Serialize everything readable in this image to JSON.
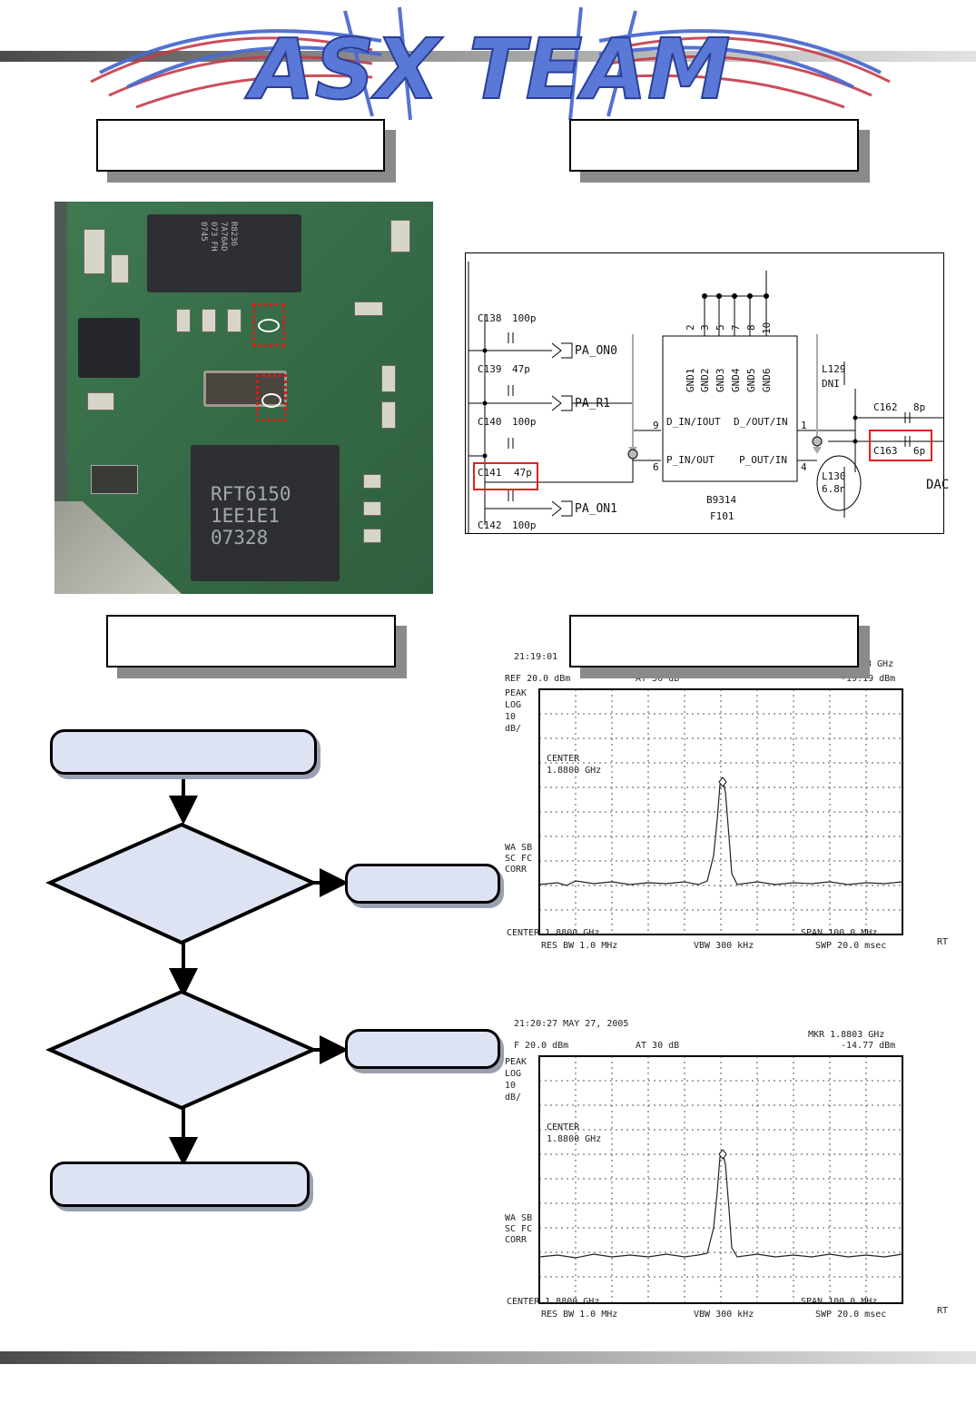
{
  "header": {
    "logo_text": "ASX TEAM",
    "logo_color": "#5a78d8",
    "wing_color": "#c73a4a"
  },
  "photo": {
    "chip_top_lines": [
      "R8236",
      "7A76AD",
      "073 FH",
      "0745"
    ],
    "chip_main_lines": [
      "RFT6150",
      "1EE1E1",
      "07328"
    ]
  },
  "schematic": {
    "left_caps": [
      {
        "ref": "C138",
        "value": "100p"
      },
      {
        "ref": "C139",
        "value": "47p"
      },
      {
        "ref": "C140",
        "value": "100p"
      },
      {
        "ref": "C141",
        "value": "47p"
      },
      {
        "ref": "C142",
        "value": "100p"
      }
    ],
    "signals": [
      "PA_ON0",
      "PA_R1",
      "PA_ON1"
    ],
    "gnd_pins": [
      "2",
      "3",
      "5",
      "7",
      "8",
      "10"
    ],
    "gnd_labels": [
      "GND1",
      "GND2",
      "GND3",
      "GND4",
      "GND5",
      "GND6"
    ],
    "ports": {
      "d_in": "D_IN/IOUT",
      "d_out": "D_/OUT/IN",
      "p_in": "P_IN/OUT",
      "p_out": "P_OUT/IN",
      "pin9": "9",
      "pin6": "6",
      "pin1": "1",
      "pin4": "4"
    },
    "part": "B9314",
    "ref": "F101",
    "l129": "L129",
    "l129_val": "DNI",
    "c162": "C162",
    "c162_val": "8p",
    "c163": "C163",
    "c163_val": "6p",
    "l130": "L130",
    "l130_val": "6.8n",
    "dac": "DAC"
  },
  "spectrum1": {
    "time": "21:19:01",
    "mkr_freq": "3 GHz",
    "mkr_level": "-19.19 dBm",
    "ref": "REF 20.0 dBm",
    "at": "AT 30 dB",
    "left_labels": [
      "PEAK",
      "LOG",
      "10",
      "dB/"
    ],
    "center_label": "CENTER",
    "center_value": "1.8800 GHz",
    "side_labels": [
      "WA SB",
      "SC FC",
      "CORR"
    ],
    "footer_center": "CENTER 1.8800 GHz",
    "footer_span": "SPAN 100.0 MHz",
    "res_bw": "RES BW 1.0 MHz",
    "vbw": "VBW 300 kHz",
    "swp": "SWP 20.0 msec",
    "rt": "RT"
  },
  "spectrum2": {
    "time": "21:20:27 MAY 27, 2005",
    "mkr_freq": "MKR 1.8803 GHz",
    "mkr_level": "-14.77 dBm",
    "ref": "F 20.0 dBm",
    "at": "AT 30 dB",
    "left_labels": [
      "PEAK",
      "LOG",
      "10",
      "dB/"
    ],
    "center_label": "CENTER",
    "center_value": "1.8800 GHz",
    "side_labels": [
      "WA SB",
      "SC FC",
      "CORR"
    ],
    "footer_center": "CENTER 1.8800 GHz",
    "footer_span": "SPAN 100.0 MHz",
    "res_bw": "RES BW 1.0 MHz",
    "vbw": "VBW 300 kHz",
    "swp": "SWP 20.0 msec",
    "rt": "RT"
  }
}
